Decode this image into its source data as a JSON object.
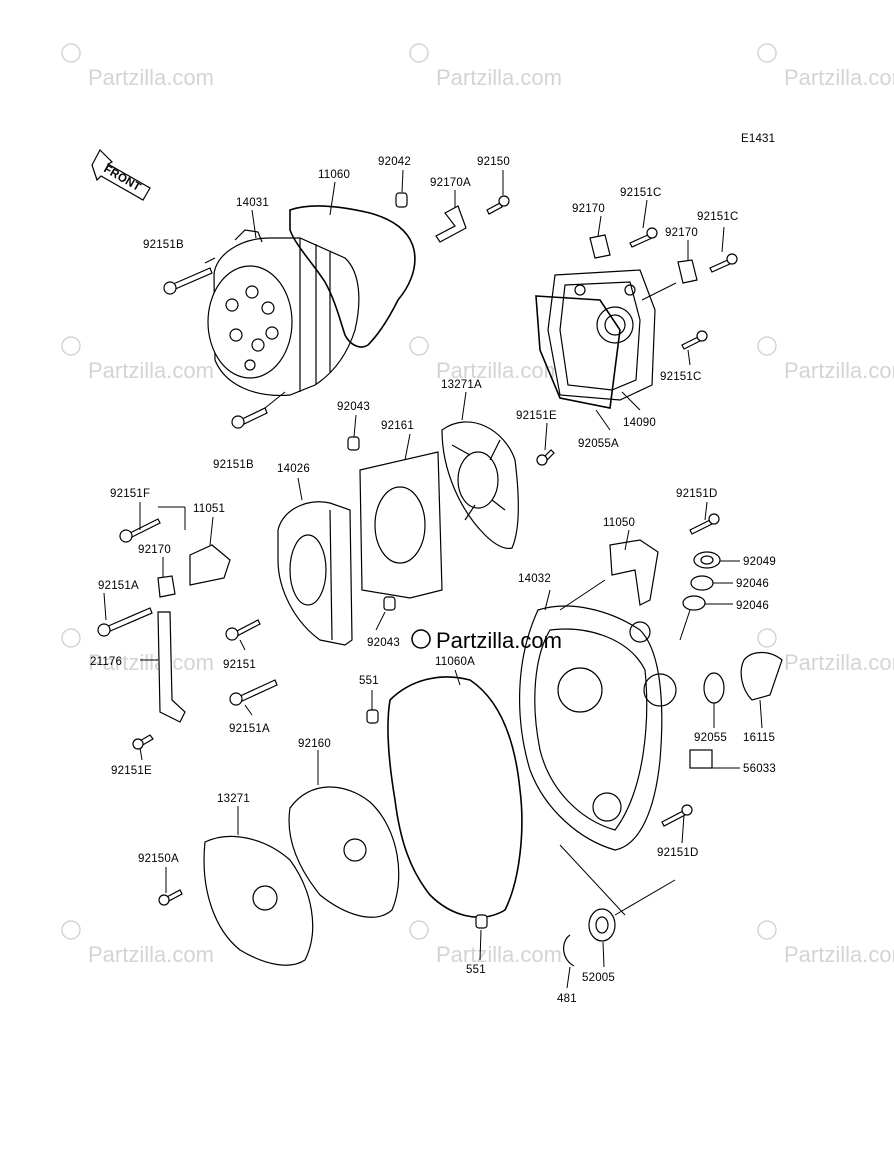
{
  "diagram_code": "E1431",
  "front_arrow": "FRONT",
  "watermark": "Partzilla.com",
  "center_watermark": "Partzilla.com",
  "labels": {
    "l_11060": "11060",
    "l_92042": "92042",
    "l_92150": "92150",
    "l_14031": "14031",
    "l_92170A": "92170A",
    "l_92151B_1": "92151B",
    "l_92151C_1": "92151C",
    "l_92170_1": "92170",
    "l_92151C_2": "92151C",
    "l_92170_2": "92170",
    "l_92151C_3": "92151C",
    "l_13271A": "13271A",
    "l_14090": "14090",
    "l_92055A": "92055A",
    "l_92043_1": "92043",
    "l_92161": "92161",
    "l_92151E_1": "92151E",
    "l_92151B_2": "92151B",
    "l_14026": "14026",
    "l_92151F": "92151F",
    "l_11051": "11051",
    "l_92151D_1": "92151D",
    "l_11050": "11050",
    "l_92170_3": "92170",
    "l_92049": "92049",
    "l_92046_1": "92046",
    "l_92046_2": "92046",
    "l_14032": "14032",
    "l_92151A_1": "92151A",
    "l_92043_2": "92043",
    "l_21176": "21176",
    "l_92151": "92151",
    "l_11060A": "11060A",
    "l_551_1": "551",
    "l_92151A_2": "92151A",
    "l_92055": "92055",
    "l_16115": "16115",
    "l_56033": "56033",
    "l_92151E_2": "92151E",
    "l_92160": "92160",
    "l_13271": "13271",
    "l_92151D_2": "92151D",
    "l_92150A": "92150A",
    "l_551_2": "551",
    "l_52005": "52005",
    "l_481": "481"
  }
}
